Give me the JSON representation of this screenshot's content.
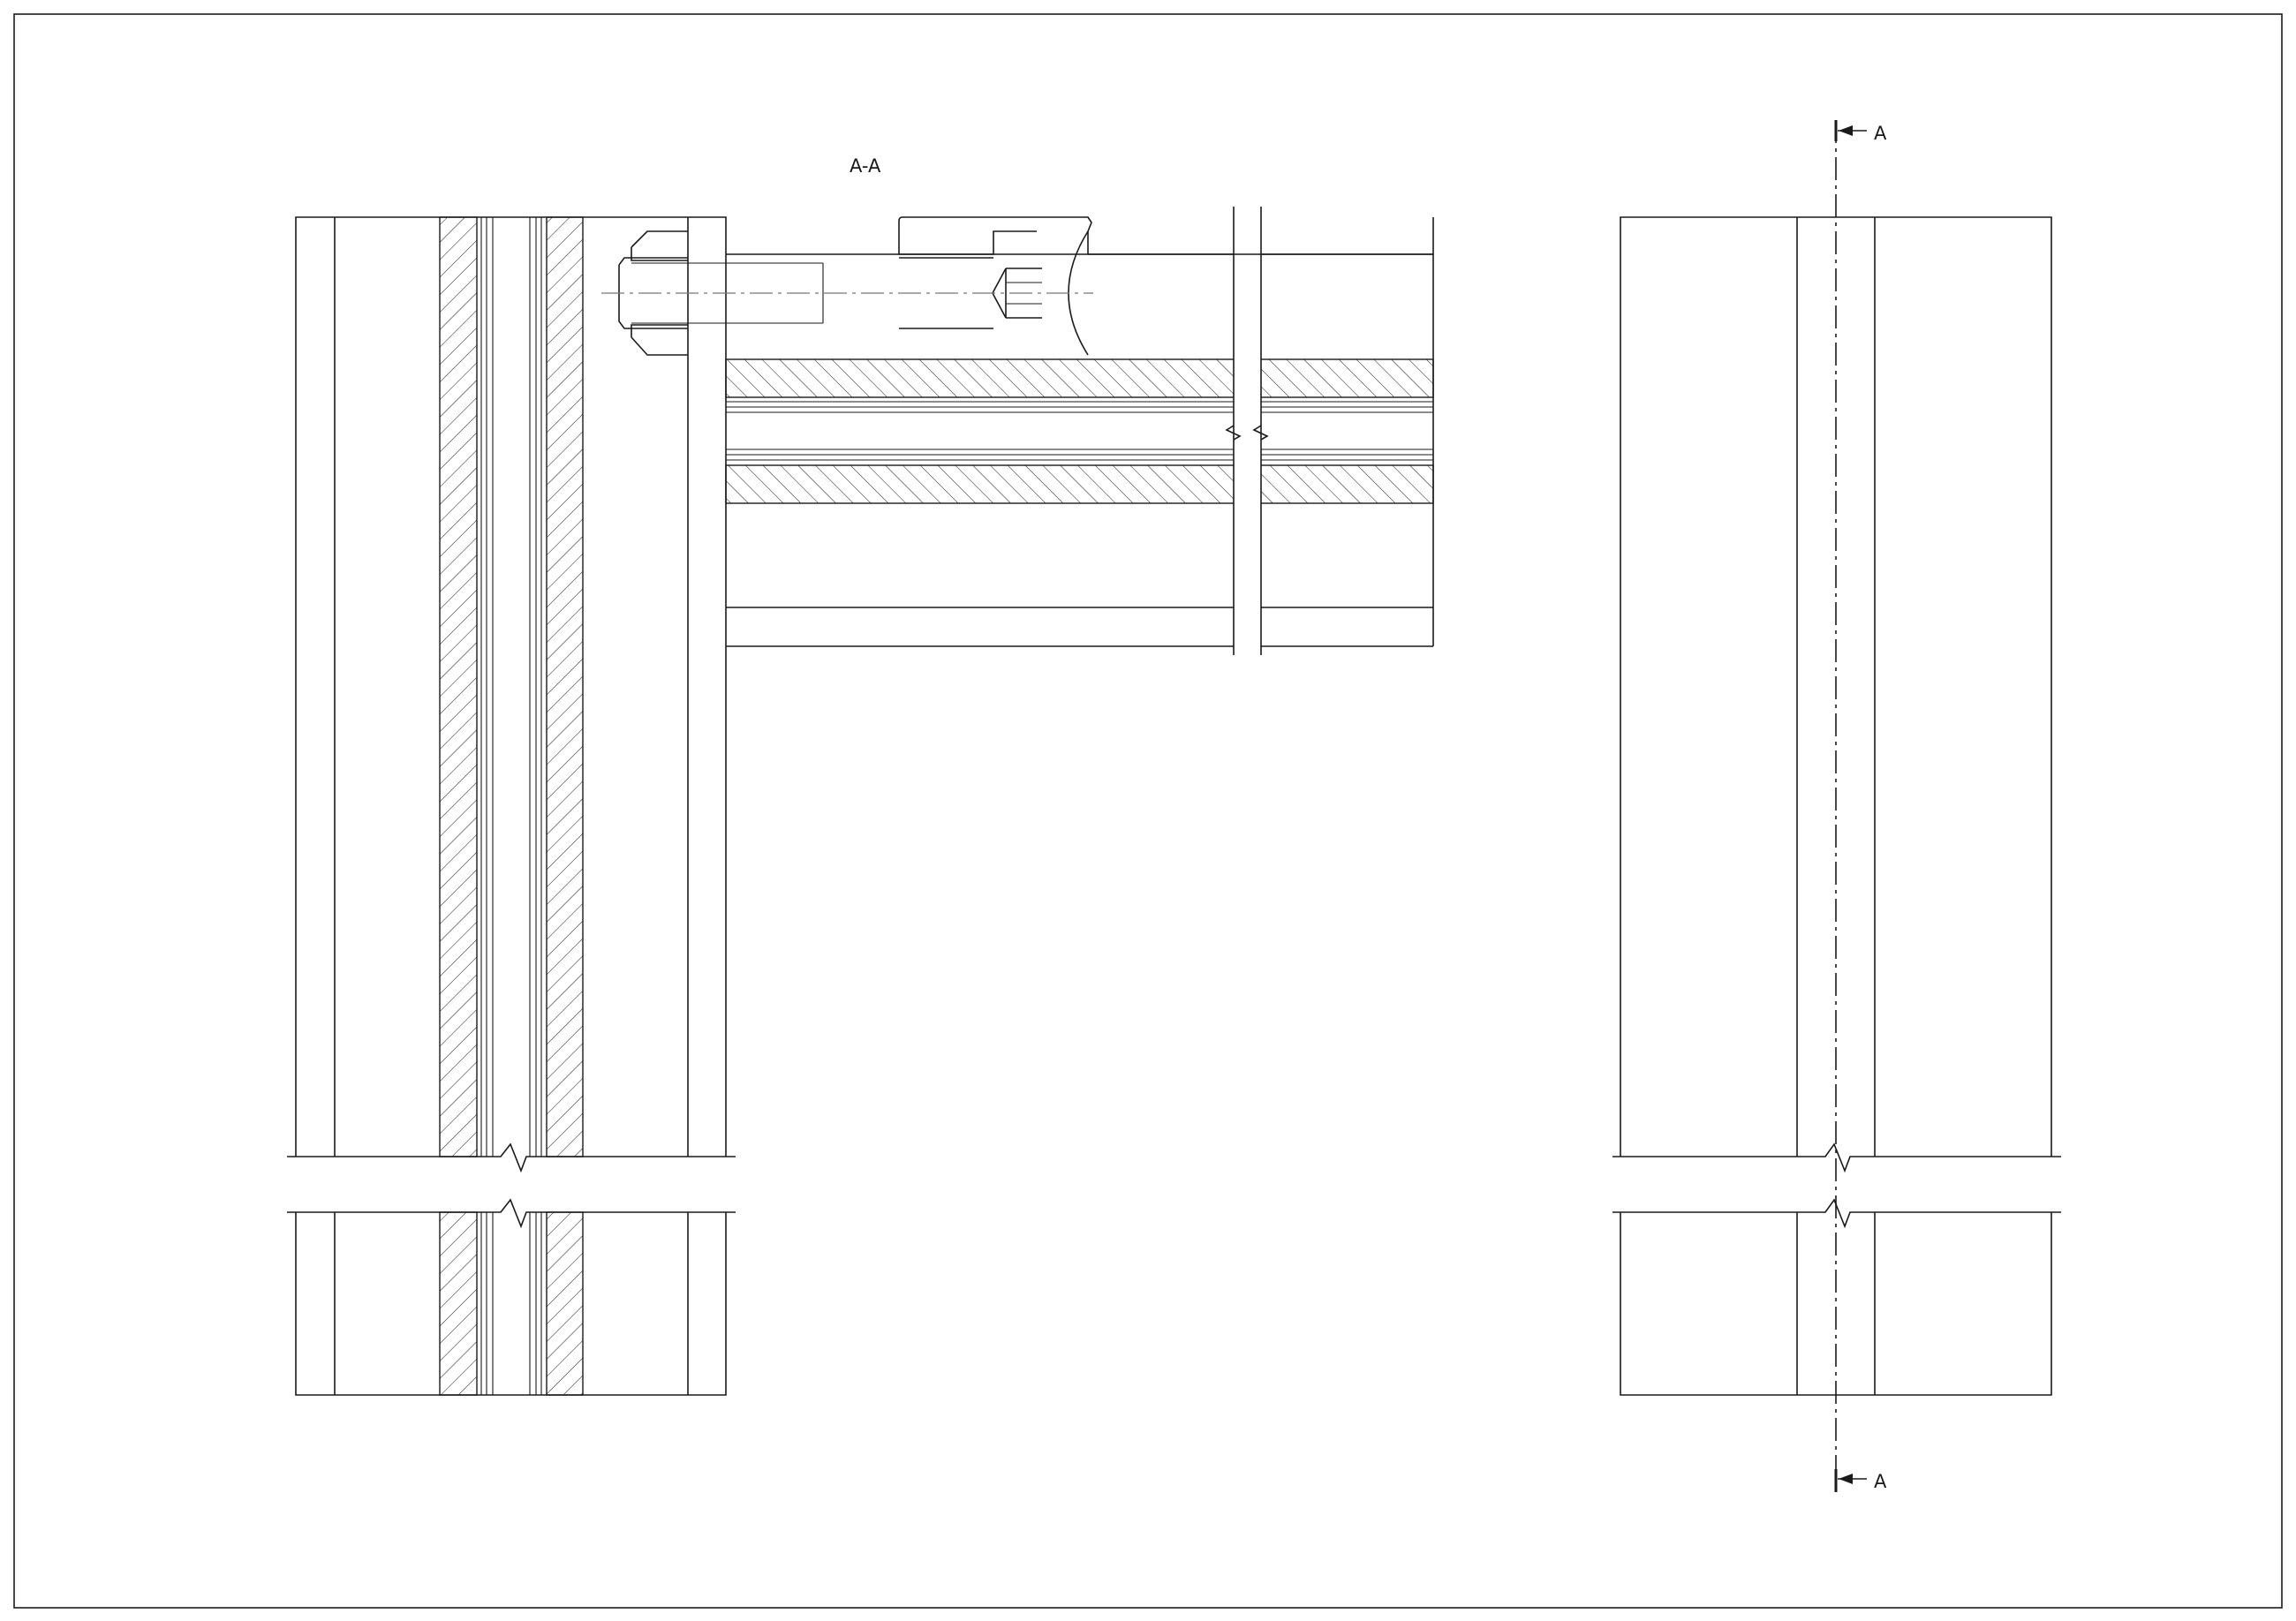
{
  "drawing": {
    "section_title": "A-A",
    "cut_marker_top": "A",
    "cut_marker_bottom": "A"
  },
  "colors": {
    "line": "#1a1a1a",
    "centerline": "#777777",
    "paper": "#ffffff"
  }
}
